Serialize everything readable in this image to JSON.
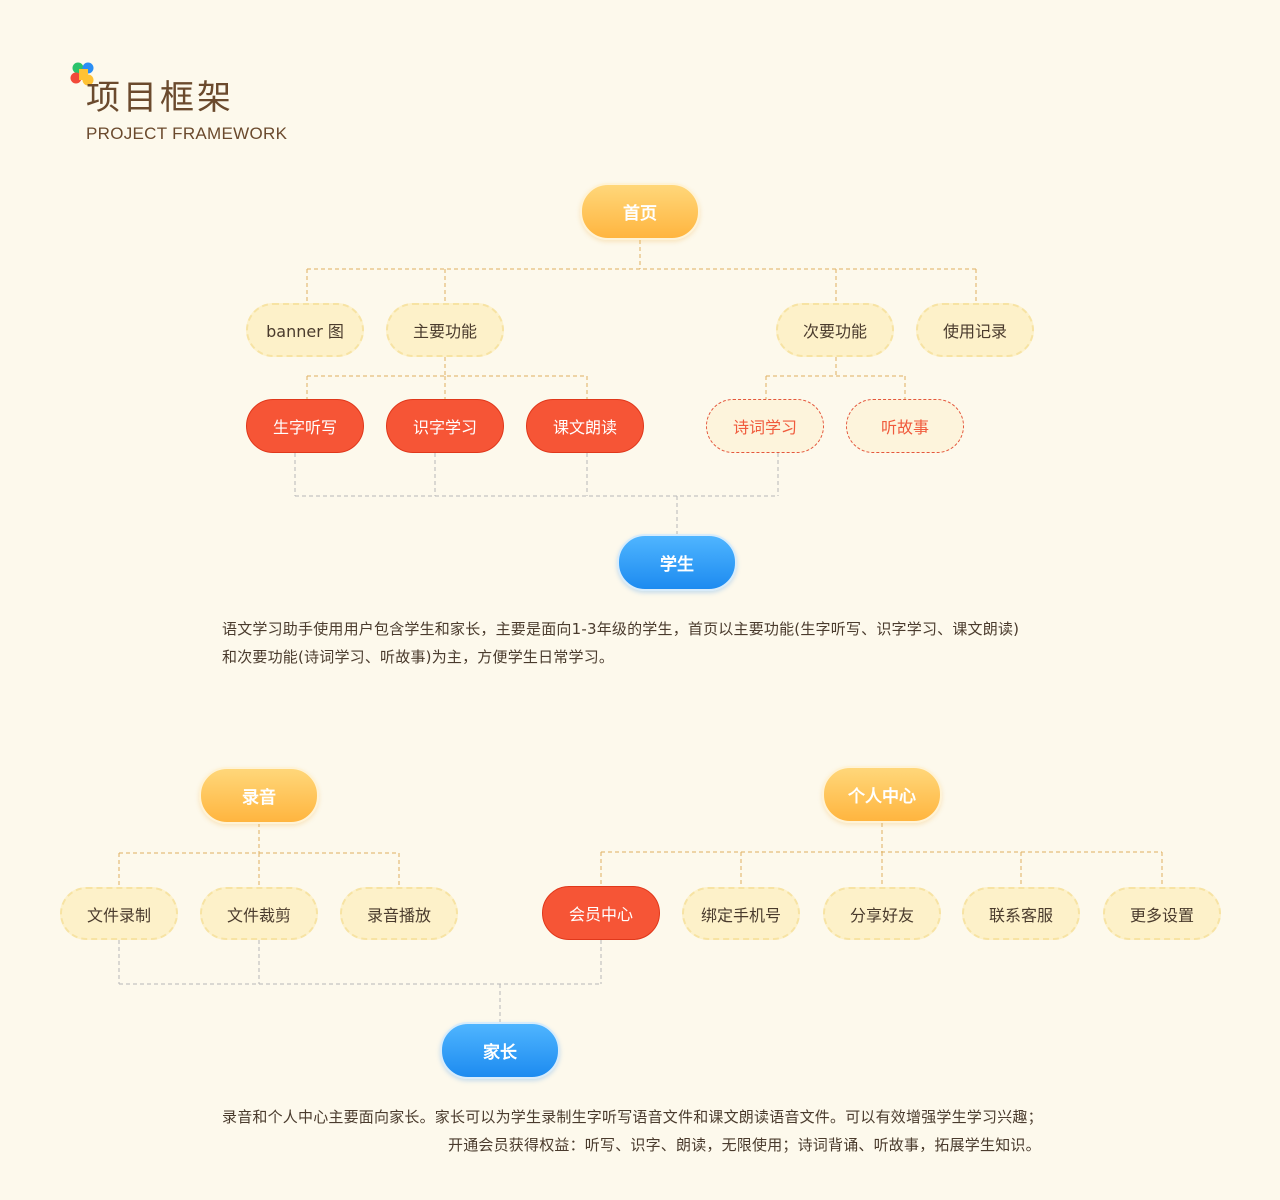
{
  "header": {
    "title": "项目框架",
    "subtitle": "PROJECT FRAMEWORK",
    "logo_icon": "clover-icon"
  },
  "colors": {
    "background": "#fdf9ec",
    "primary_orange": "#ffb53f",
    "primary_red": "#f65536",
    "primary_blue": "#1d8bf0",
    "cream": "#fdf1c9",
    "connector": "#e0b060"
  },
  "student_tree": {
    "root": "首页",
    "level1": [
      "banner 图",
      "主要功能",
      "次要功能",
      "使用记录"
    ],
    "main_functions": [
      "生字听写",
      "识字学习",
      "课文朗读"
    ],
    "secondary_functions": [
      "诗词学习",
      "听故事"
    ],
    "target": "学生",
    "description_line1": "语文学习助手使用用户包含学生和家长，主要是面向1-3年级的学生，首页以主要功能(生字听写、识字学习、课文朗读)",
    "description_line2": "和次要功能(诗词学习、听故事)为主，方便学生日常学习。"
  },
  "parent_tree": {
    "recording_root": "录音",
    "recording_items": [
      "文件录制",
      "文件裁剪",
      "录音播放"
    ],
    "personal_root": "个人中心",
    "personal_items": [
      "会员中心",
      "绑定手机号",
      "分享好友",
      "联系客服",
      "更多设置"
    ],
    "target": "家长",
    "description_line1": "录音和个人中心主要面向家长。家长可以为学生录制生字听写语音文件和课文朗读语音文件。可以有效增强学生学习兴趣；",
    "description_line2": "开通会员获得权益：听写、识字、朗读，无限使用；诗词背诵、听故事，拓展学生知识。"
  }
}
